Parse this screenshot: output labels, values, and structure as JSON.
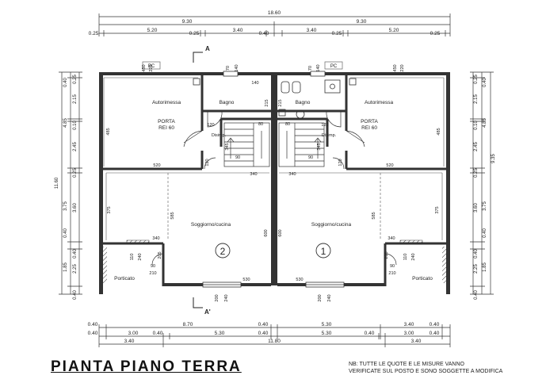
{
  "title": "PIANTA  PIANO  TERRA",
  "note_line1": "NB: TUTTE LE QUOTE E LE MISURE VANNO",
  "note_line2": "VERIFICATE SUL POSTO E SONO SOGGETTE A MODIFICA",
  "section_marker_top": "A",
  "section_marker_bottom": "A'",
  "top_dims": {
    "row1": [
      "18.60"
    ],
    "row2": [
      "9.30",
      "9.30"
    ],
    "row3": [
      "0.25",
      "5.20",
      "0.25",
      "3.40",
      "0.40",
      "3.40",
      "0.25",
      "5.20",
      "0.25"
    ]
  },
  "bottom_dims": {
    "row1": [
      "0.40",
      "8.70",
      "0.40",
      "5.30",
      "3.40",
      "0.40"
    ],
    "row2": [
      "0.40",
      "3.00",
      "0.40",
      "5.30",
      "0.40",
      "5.30",
      "0.40",
      "3.00",
      "0.40"
    ],
    "row3": [
      "3.40",
      "11.80",
      "3.40"
    ]
  },
  "left_dims": {
    "outer": "11.60",
    "col_a": [
      "0.25",
      "2.15",
      "0.10",
      "2.45",
      "0.25",
      "3.60",
      "0.40",
      "2.25",
      "0.40"
    ],
    "col_b": [
      "0.40",
      "4.85",
      "3.75",
      "0.40",
      "1.85"
    ]
  },
  "right_dims": {
    "outer": "9.35",
    "col_a": [
      "0.25",
      "2.15",
      "0.10",
      "2.45",
      "0.25",
      "3.60",
      "0.40",
      "2.25",
      "0.40"
    ],
    "col_b": [
      "0.40",
      "4.85",
      "3.75",
      "0.40",
      "1.85"
    ]
  },
  "units": {
    "left": {
      "number": "2",
      "garage": "Autorimessa",
      "bath": "Bagno",
      "living": "Soggiorno/cucina",
      "porch": "Porticato",
      "storage": "Disimp.",
      "door_label_1": "PORTA",
      "door_label_2": "REI 60",
      "pc": "PC",
      "measures": [
        "450",
        "220",
        "70",
        "140",
        "140",
        "215",
        "485",
        "520",
        "120",
        "340",
        "345",
        "90",
        "80",
        "120",
        "375",
        "585",
        "600",
        "340",
        "110",
        "240",
        "90",
        "210",
        "205",
        "530",
        "200",
        "240"
      ]
    },
    "right": {
      "number": "1",
      "garage": "Autorimessa",
      "bath": "Bagno",
      "living": "Soggiorno/cucina",
      "porch": "Porticato",
      "storage": "Disimp.",
      "door_label_1": "PORTA",
      "door_label_2": "REI 60",
      "pc": "PC",
      "measures": [
        "450",
        "220",
        "70",
        "140",
        "215",
        "485",
        "520",
        "120",
        "340",
        "345",
        "90",
        "80",
        "120",
        "375",
        "585",
        "600",
        "340",
        "110",
        "240",
        "90",
        "210",
        "205",
        "530",
        "200",
        "240"
      ]
    }
  }
}
